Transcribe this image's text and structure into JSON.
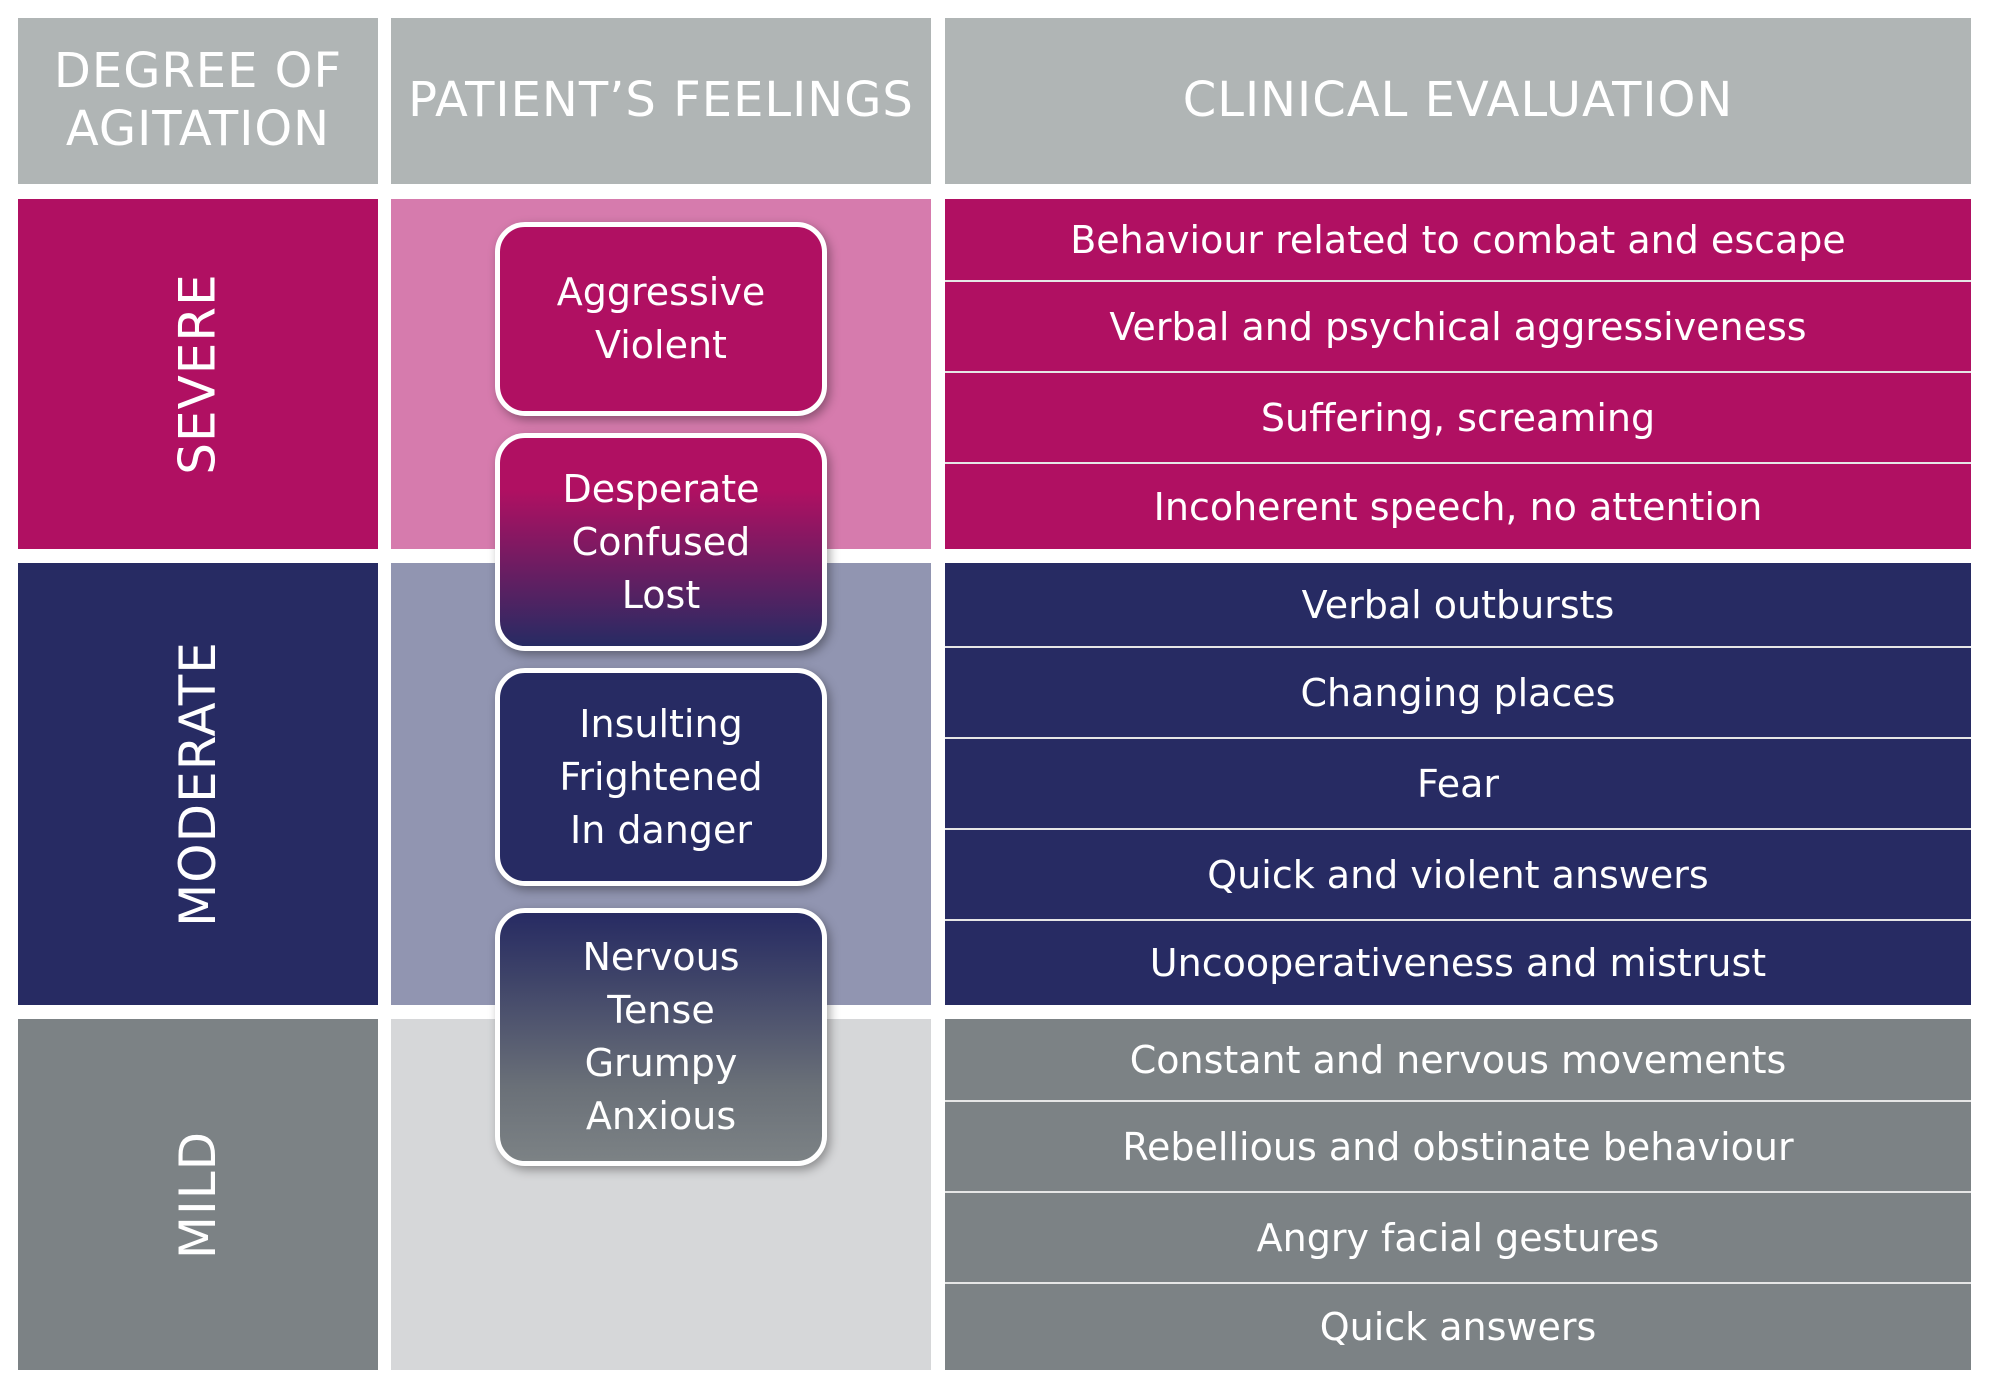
{
  "headers": {
    "degree_line1": "DEGREE OF",
    "degree_line2": "AGITATION",
    "feelings": "PATIENT’S FEELINGS",
    "evaluation": "CLINICAL EVALUATION"
  },
  "levels": {
    "severe": "SEVERE",
    "moderate": "MODERATE",
    "mild": "MILD"
  },
  "feelings": [
    [
      "Aggressive",
      "Violent"
    ],
    [
      "Desperate",
      "Confused",
      "Lost"
    ],
    [
      "Insulting",
      "Frightened",
      "In danger"
    ],
    [
      "Nervous",
      "Tense",
      "Grumpy",
      "Anxious"
    ]
  ],
  "evaluation": {
    "severe": [
      "Behaviour related to combat and escape",
      "Verbal and psychical aggressiveness",
      "Suffering, screaming",
      "Incoherent speech, no attention"
    ],
    "moderate": [
      "Verbal outbursts",
      "Changing places",
      "Fear",
      "Quick and violent answers",
      "Uncooperativeness and mistrust"
    ],
    "mild": [
      "Constant and nervous movements",
      "Rebellious and obstinate behaviour",
      "Angry facial gestures",
      "Quick answers"
    ]
  },
  "colors": {
    "severe": "#b01062",
    "moderate": "#272b63",
    "mild": "#7c8285",
    "header": "#b0b5b5"
  }
}
